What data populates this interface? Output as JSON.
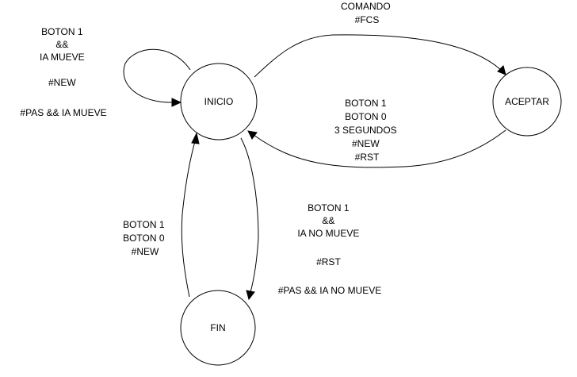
{
  "states": {
    "inicio": "INICIO",
    "aceptar": "ACEPTAR",
    "fin": "FIN"
  },
  "transitions": {
    "self_loop": [
      "BOTON 1",
      "&&",
      "IA MUEVE",
      "",
      "#NEW",
      "",
      "#PAS && IA MUEVE"
    ],
    "inicio_to_aceptar": [
      "COMANDO",
      "#FCS"
    ],
    "aceptar_to_inicio": [
      "BOTON  1",
      "BOTON 0",
      "3 SEGUNDOS",
      "#NEW",
      "#RST"
    ],
    "inicio_to_fin": [
      "BOTON 1",
      "&&",
      "IA NO MUEVE",
      "",
      "#RST",
      "",
      "#PAS && IA NO MUEVE"
    ],
    "fin_to_inicio": [
      "BOTON 1",
      "BOTON 0",
      "#NEW"
    ]
  },
  "colors": {
    "stroke": "#000000",
    "background": "#ffffff"
  }
}
